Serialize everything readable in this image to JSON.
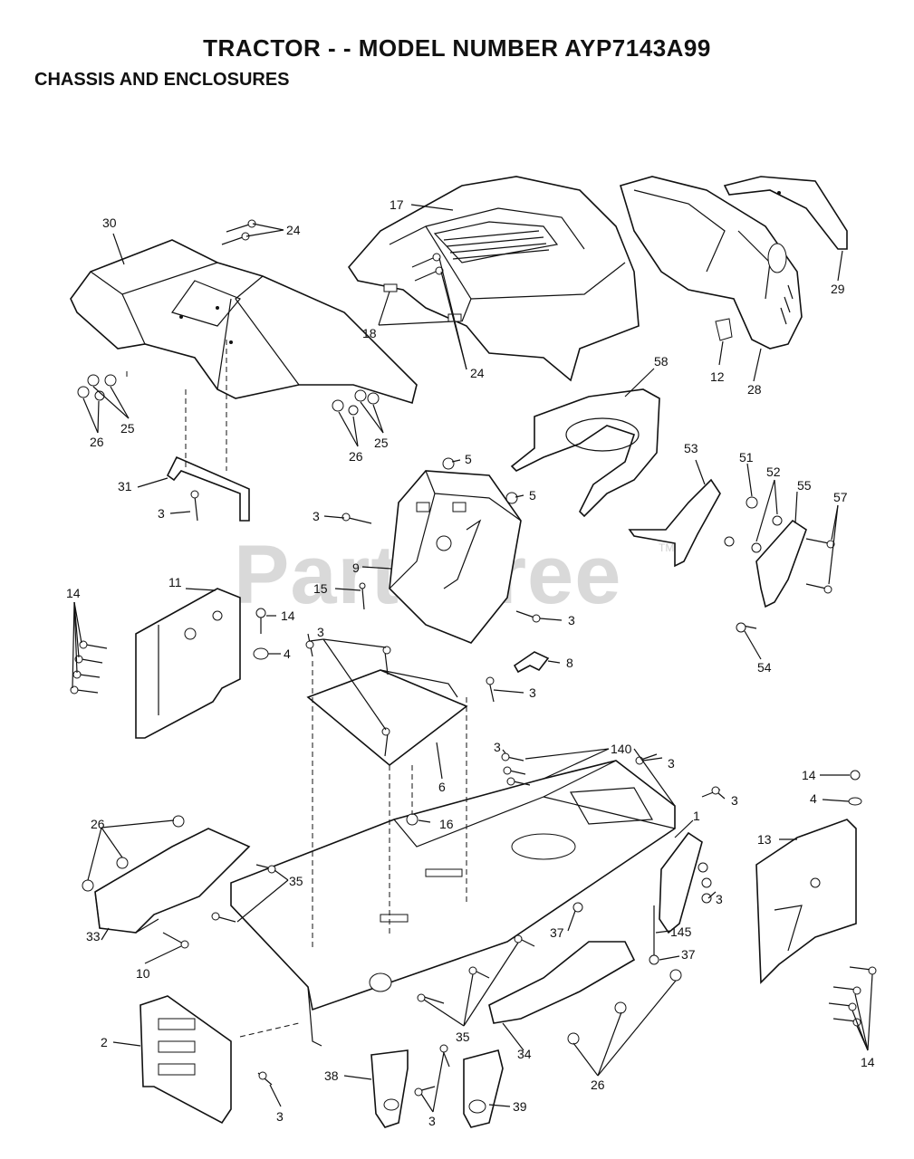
{
  "header": {
    "title": "TRACTOR - - MODEL NUMBER AYP7143A99",
    "subtitle": "CHASSIS AND ENCLOSURES"
  },
  "watermark": {
    "text": "PartsTree",
    "tm": "TM"
  },
  "callouts": [
    {
      "id": "c1",
      "label": "30"
    },
    {
      "id": "c2",
      "label": "24"
    },
    {
      "id": "c3",
      "label": "17"
    },
    {
      "id": "c4",
      "label": "29"
    },
    {
      "id": "c5",
      "label": "18"
    },
    {
      "id": "c6",
      "label": "24"
    },
    {
      "id": "c7",
      "label": "12"
    },
    {
      "id": "c8",
      "label": "28"
    },
    {
      "id": "c9",
      "label": "58"
    },
    {
      "id": "c10",
      "label": "26"
    },
    {
      "id": "c11",
      "label": "25"
    },
    {
      "id": "c12",
      "label": "26"
    },
    {
      "id": "c13",
      "label": "25"
    },
    {
      "id": "c14",
      "label": "5"
    },
    {
      "id": "c15",
      "label": "31"
    },
    {
      "id": "c16",
      "label": "53"
    },
    {
      "id": "c17",
      "label": "51"
    },
    {
      "id": "c18",
      "label": "52"
    },
    {
      "id": "c19",
      "label": "55"
    },
    {
      "id": "c20",
      "label": "57"
    },
    {
      "id": "c21",
      "label": "3"
    },
    {
      "id": "c22",
      "label": "5"
    },
    {
      "id": "c23",
      "label": "3"
    },
    {
      "id": "c24",
      "label": "9"
    },
    {
      "id": "c25",
      "label": "11"
    },
    {
      "id": "c26",
      "label": "15"
    },
    {
      "id": "c27",
      "label": "14"
    },
    {
      "id": "c28",
      "label": "14"
    },
    {
      "id": "c29",
      "label": "3"
    },
    {
      "id": "c30",
      "label": "4"
    },
    {
      "id": "c31",
      "label": "54"
    },
    {
      "id": "c32",
      "label": "3"
    },
    {
      "id": "c33",
      "label": "8"
    },
    {
      "id": "c34",
      "label": "3"
    },
    {
      "id": "c35",
      "label": "3"
    },
    {
      "id": "c36",
      "label": "140"
    },
    {
      "id": "c37",
      "label": "3"
    },
    {
      "id": "c38",
      "label": "6"
    },
    {
      "id": "c39",
      "label": "14"
    },
    {
      "id": "c40",
      "label": "4"
    },
    {
      "id": "c41",
      "label": "3"
    },
    {
      "id": "c42",
      "label": "26"
    },
    {
      "id": "c43",
      "label": "16"
    },
    {
      "id": "c44",
      "label": "1"
    },
    {
      "id": "c45",
      "label": "13"
    },
    {
      "id": "c46",
      "label": "35"
    },
    {
      "id": "c47",
      "label": "3"
    },
    {
      "id": "c48",
      "label": "37"
    },
    {
      "id": "c49",
      "label": "145"
    },
    {
      "id": "c50",
      "label": "33"
    },
    {
      "id": "c51",
      "label": "10"
    },
    {
      "id": "c52",
      "label": "37"
    },
    {
      "id": "c53",
      "label": "35"
    },
    {
      "id": "c54",
      "label": "2"
    },
    {
      "id": "c55",
      "label": "34"
    },
    {
      "id": "c56",
      "label": "26"
    },
    {
      "id": "c57",
      "label": "14"
    },
    {
      "id": "c58",
      "label": "38"
    },
    {
      "id": "c59",
      "label": "39"
    },
    {
      "id": "c60",
      "label": "3"
    },
    {
      "id": "c61",
      "label": "3"
    }
  ]
}
